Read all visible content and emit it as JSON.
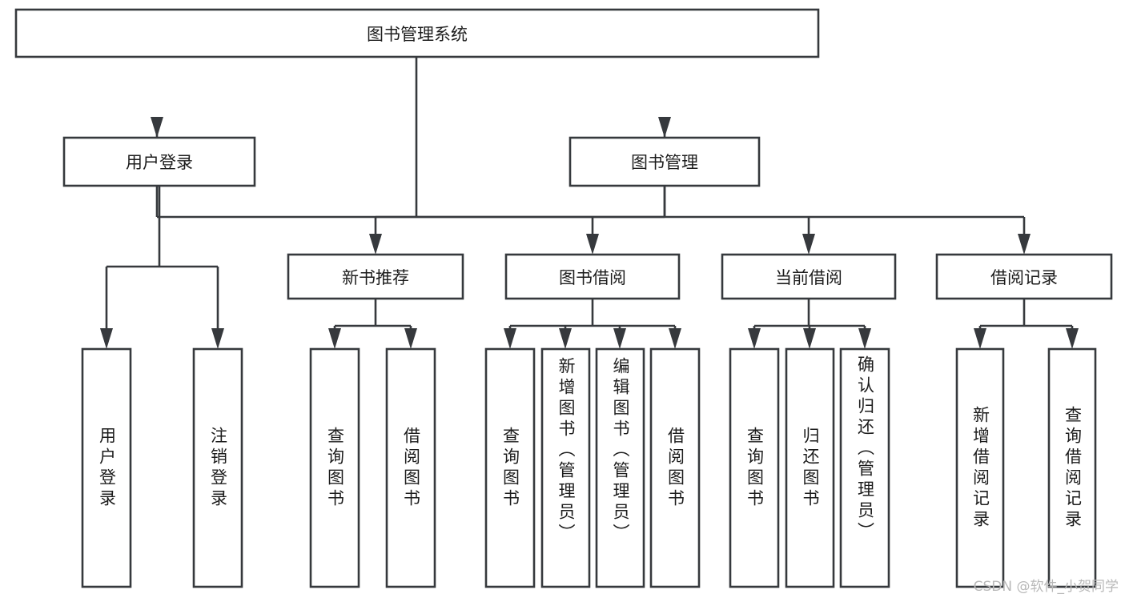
{
  "diagram": {
    "type": "tree-hierarchy",
    "title": "图书管理系统",
    "watermark": "CSDN @软件_小贺同学",
    "colors": {
      "stroke": "#36393d",
      "fill": "#ffffff",
      "text": "#1c1c1c",
      "background": "#ffffff",
      "watermark": "#b8b8b8"
    },
    "levels": {
      "root": {
        "label": "图书管理系统",
        "orientation": "horizontal"
      },
      "level1": [
        {
          "label": "用户登录",
          "orientation": "horizontal"
        },
        {
          "label": "图书管理",
          "orientation": "horizontal"
        }
      ],
      "level2": [
        {
          "label": "新书推荐",
          "orientation": "horizontal",
          "parent": "图书管理"
        },
        {
          "label": "图书借阅",
          "orientation": "horizontal",
          "parent": "图书管理"
        },
        {
          "label": "当前借阅",
          "orientation": "horizontal",
          "parent": "图书管理"
        },
        {
          "label": "借阅记录",
          "orientation": "horizontal",
          "parent": "图书管理"
        }
      ],
      "leaves": [
        {
          "label": "用户登录",
          "orientation": "vertical",
          "parent": "用户登录"
        },
        {
          "label": "注销登录",
          "orientation": "vertical",
          "parent": "用户登录"
        },
        {
          "label": "查询图书",
          "orientation": "vertical",
          "parent": "新书推荐"
        },
        {
          "label": "借阅图书",
          "orientation": "vertical",
          "parent": "新书推荐"
        },
        {
          "label": "查询图书",
          "orientation": "vertical",
          "parent": "图书借阅"
        },
        {
          "label": "新增图书（管理员）",
          "orientation": "vertical",
          "parent": "图书借阅"
        },
        {
          "label": "编辑图书（管理员）",
          "orientation": "vertical",
          "parent": "图书借阅"
        },
        {
          "label": "借阅图书",
          "orientation": "vertical",
          "parent": "图书借阅"
        },
        {
          "label": "查询图书",
          "orientation": "vertical",
          "parent": "当前借阅"
        },
        {
          "label": "归还图书",
          "orientation": "vertical",
          "parent": "当前借阅"
        },
        {
          "label": "确认归还（管理员）",
          "orientation": "vertical",
          "parent": "当前借阅"
        },
        {
          "label": "新增借阅记录",
          "orientation": "vertical",
          "parent": "借阅记录"
        },
        {
          "label": "查询借阅记录",
          "orientation": "vertical",
          "parent": "借阅记录"
        }
      ]
    }
  }
}
